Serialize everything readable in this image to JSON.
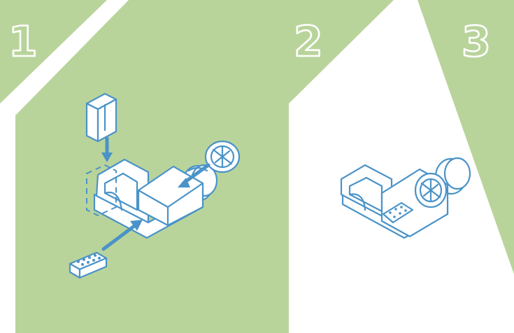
{
  "colors": {
    "panel": "#b9d49b",
    "gutter": "#ffffff",
    "line": "#4a93c8",
    "part_fill": "#ffffff"
  },
  "steps": [
    {
      "number": "1"
    },
    {
      "number": "2"
    },
    {
      "number": "3"
    }
  ]
}
